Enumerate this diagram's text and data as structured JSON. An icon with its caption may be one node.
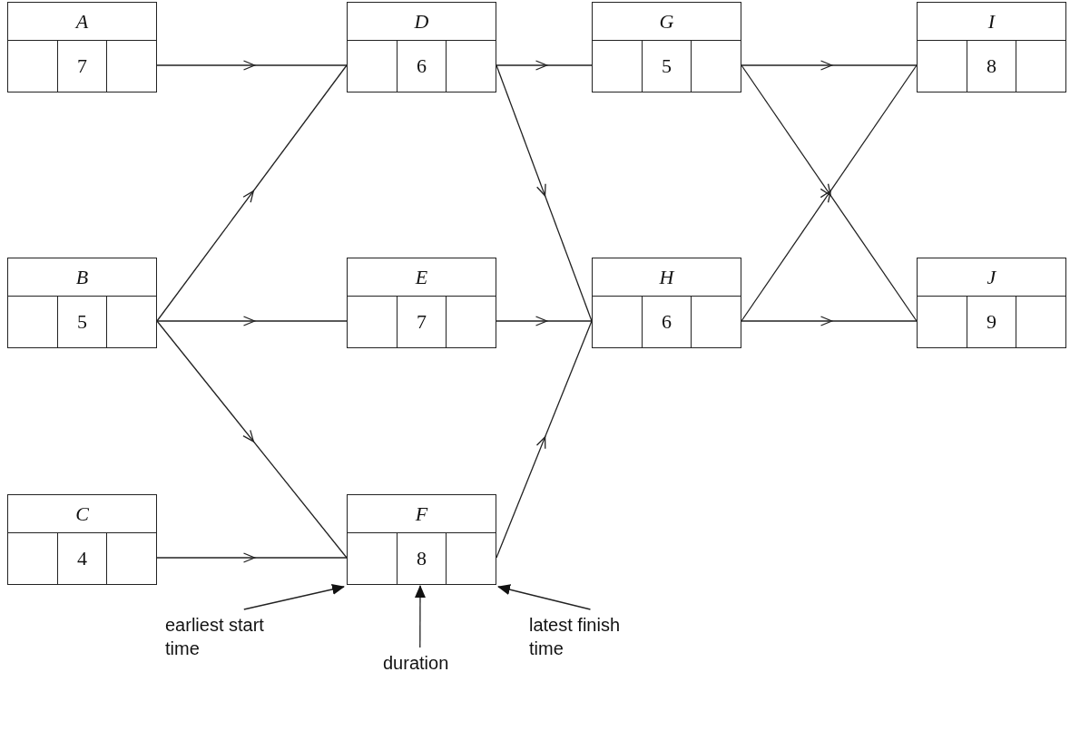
{
  "diagram": {
    "nodes": [
      {
        "text": [
          "A",
          "7"
        ]
      },
      {
        "text": [
          "B",
          "5"
        ]
      },
      {
        "text": [
          "C",
          "4"
        ]
      },
      {
        "text": [
          "D",
          "6"
        ]
      },
      {
        "text": [
          "E",
          "7"
        ]
      },
      {
        "text": [
          "F",
          "8"
        ]
      },
      {
        "text": [
          "G",
          "5"
        ]
      },
      {
        "text": [
          "H",
          "6"
        ]
      },
      {
        "text": [
          "I",
          "8"
        ]
      },
      {
        "text": [
          "J",
          "9"
        ]
      },
      {
        "text": [
          "earliest start time"
        ]
      },
      {
        "text": [
          "duration"
        ]
      },
      {
        "text": [
          "latest finish time"
        ]
      }
    ],
    "edges": [
      {
        "from": 0,
        "to": 3,
        "arrow": "to"
      },
      {
        "from": 1,
        "to": 3,
        "arrow": "to"
      },
      {
        "from": 1,
        "to": 4,
        "arrow": "to"
      },
      {
        "from": 1,
        "to": 5,
        "arrow": "to"
      },
      {
        "from": 2,
        "to": 5,
        "arrow": "to"
      },
      {
        "from": 3,
        "to": 6,
        "arrow": "to"
      },
      {
        "from": 3,
        "to": 7,
        "arrow": "to"
      },
      {
        "from": 4,
        "to": 7,
        "arrow": "to"
      },
      {
        "from": 5,
        "to": 7,
        "arrow": "to"
      },
      {
        "from": 6,
        "to": 8,
        "arrow": "to"
      },
      {
        "from": 6,
        "to": 9,
        "arrow": "to"
      },
      {
        "from": 7,
        "to": 8,
        "arrow": "to"
      },
      {
        "from": 7,
        "to": 9,
        "arrow": "to"
      },
      {
        "from": 10,
        "to": 5,
        "arrow": "to"
      },
      {
        "from": 11,
        "to": 5,
        "arrow": "to"
      },
      {
        "from": 12,
        "to": 5,
        "arrow": "to"
      }
    ]
  }
}
